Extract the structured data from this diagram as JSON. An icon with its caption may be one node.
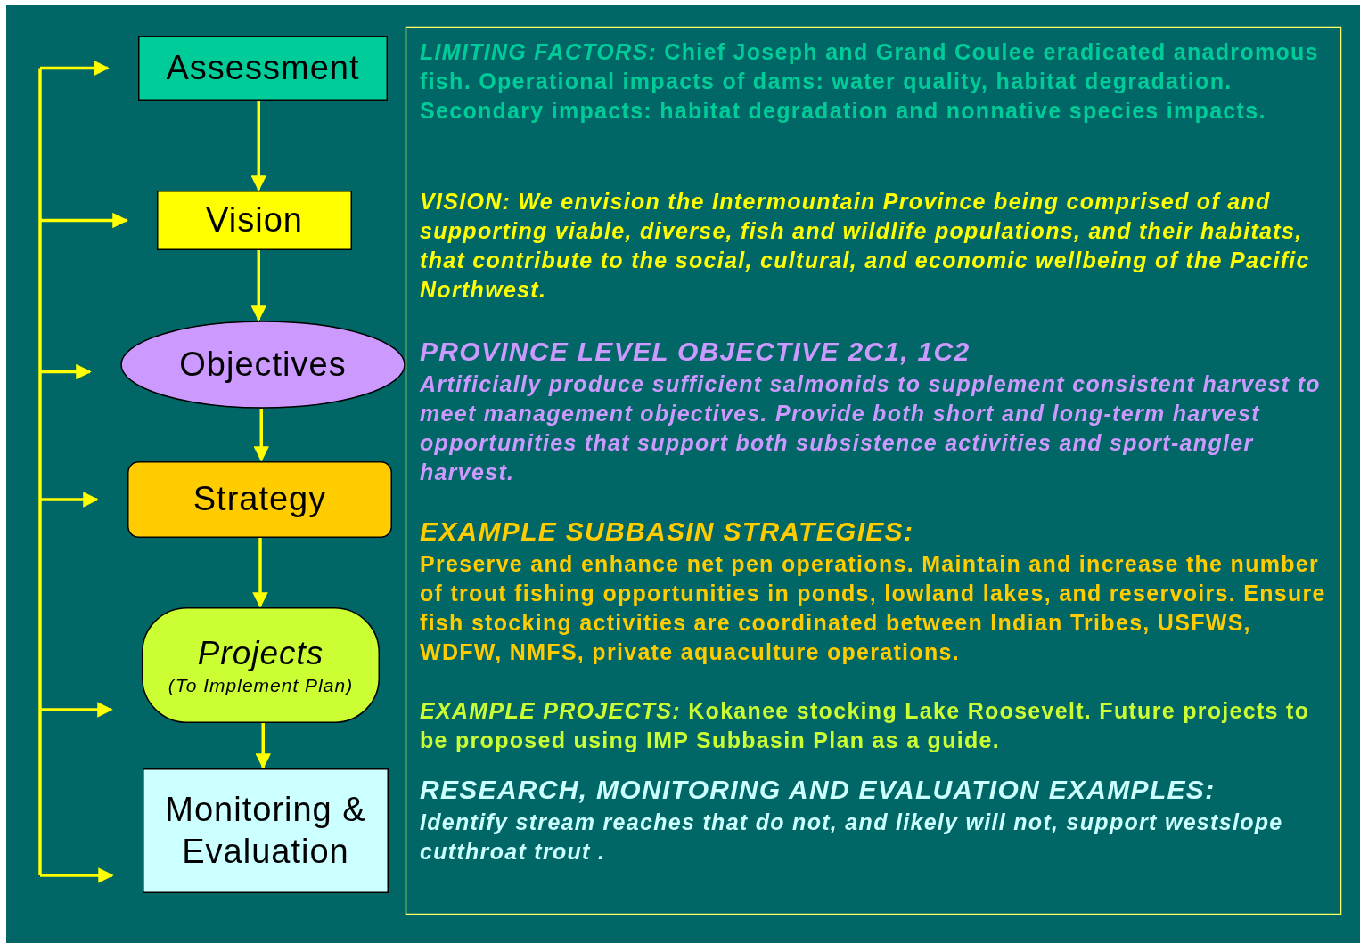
{
  "diagram": {
    "nodes": [
      {
        "text": [
          "Assessment"
        ]
      },
      {
        "text": [
          "Vision"
        ]
      },
      {
        "text": [
          "Objectives"
        ]
      },
      {
        "text": [
          "Strategy"
        ]
      },
      {
        "text": [
          "Projects",
          "(To Implement Plan)"
        ]
      },
      {
        "text": [
          "Monitoring & Evaluation"
        ]
      },
      {
        "text": [
          "*LIMITING FACTORS:* Chief Joseph and Grand Coulee eradicated anadromous fish. Operational impacts of dams: water quality, habitat degradation. Secondary impacts: habitat degradation and nonnative species impacts.",
          "VISION: We envision the Intermountain Province being comprised of and supporting viable, diverse, fish and wildlife populations, and their habitats, that contribute to the social, cultural, and economic wellbeing of the Pacific Northwest.",
          "PROVINCE LEVEL OBJECTIVE 2C1, 1C2",
          "Artificially produce sufficient salmonids to supplement consistent harvest to meet management objectives. Provide both short and long-term harvest opportunities that support both subsistence activities and sport-angler harvest.",
          "EXAMPLE SUBBASIN STRATEGIES:",
          "Preserve and enhance net pen operations. Maintain and increase the number of trout fishing opportunities in ponds, lowland lakes, and reservoirs. Ensure fish stocking activities are coordinated between Indian Tribes, USFWS, WDFW, NMFS, private aquaculture operations.",
          "*EXAMPLE PROJECTS:* Kokanee stocking Lake Roosevelt. Future projects to be proposed using IMP Subbasin Plan as a guide.",
          "RESEARCH, MONITORING AND EVALUATION EXAMPLES:",
          "Identify stream reaches that do not, and likely will not, support westslope cutthroat trout ."
        ]
      }
    ],
    "edges": [
      {
        "from": 0,
        "to": 1,
        "arrow": "to"
      },
      {
        "from": 1,
        "to": 2,
        "arrow": "to"
      },
      {
        "from": 2,
        "to": 3,
        "arrow": "to"
      },
      {
        "from": 3,
        "to": 4,
        "arrow": "to"
      },
      {
        "from": 4,
        "to": 5,
        "arrow": "to"
      },
      {
        "from": null,
        "to": 0,
        "arrow": "to"
      },
      {
        "from": null,
        "to": 1,
        "arrow": "to"
      },
      {
        "from": null,
        "to": 2,
        "arrow": "to"
      },
      {
        "from": null,
        "to": 3,
        "arrow": "to"
      },
      {
        "from": null,
        "to": 4,
        "arrow": "to"
      },
      {
        "from": null,
        "to": 5,
        "arrow": "to"
      }
    ]
  }
}
